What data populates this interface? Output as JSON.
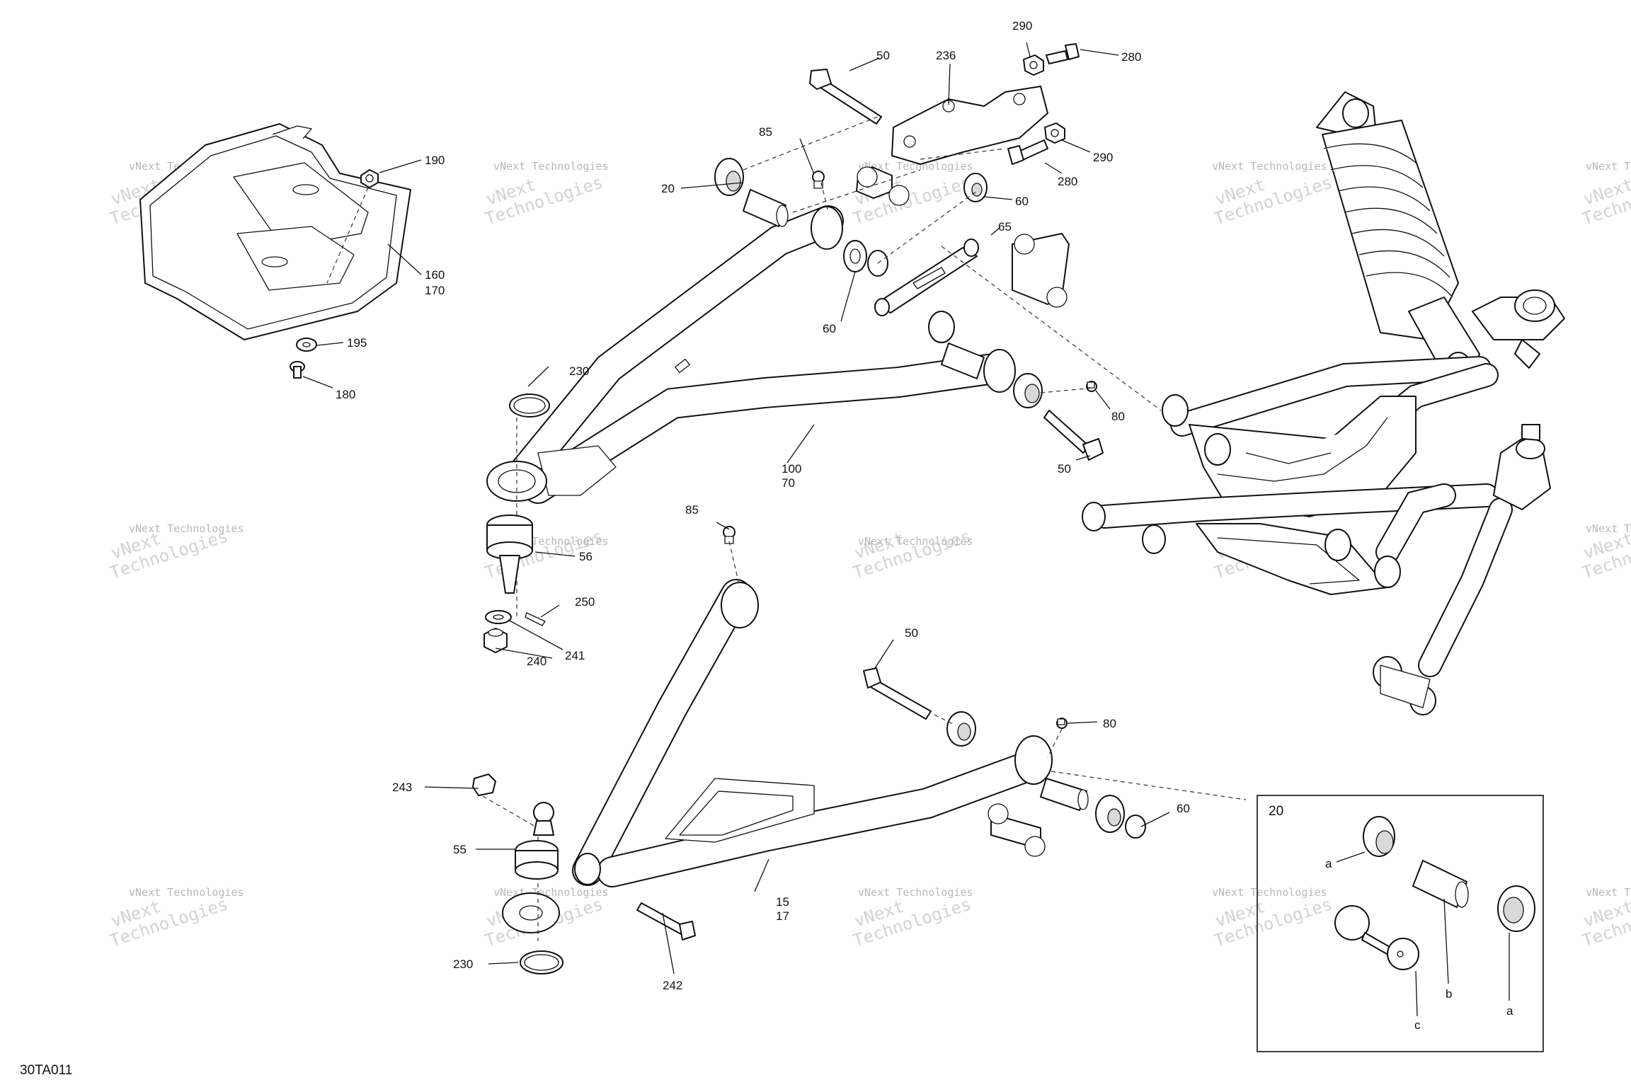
{
  "diagram_id": "30TA011",
  "watermark_lines": [
    "vNext",
    "Technologies",
    "vNext Technologies"
  ],
  "detail": {
    "title": "20",
    "labels": {
      "a1": "a",
      "a2": "a",
      "b": "b",
      "c": "c"
    }
  },
  "callouts": {
    "c190": "190",
    "c160": "160",
    "c170": "170",
    "c195": "195",
    "c180": "180",
    "c50_top": "50",
    "c236": "236",
    "c290_top": "290",
    "c280_top": "280",
    "c85_top": "85",
    "c290_mid": "290",
    "c280_mid": "280",
    "c20": "20",
    "c60_a": "60",
    "c65": "65",
    "c60_b": "60",
    "c80_upper": "80",
    "c50_upper": "50",
    "c230_top": "230",
    "c100": "100",
    "c70": "70",
    "c56": "56",
    "c250": "250",
    "c241": "241",
    "c240": "240",
    "c85_low": "85",
    "c50_low": "50",
    "c80_low": "80",
    "c60_low": "60",
    "c243": "243",
    "c55": "55",
    "c15": "15",
    "c17": "17",
    "c230_low": "230",
    "c242": "242"
  }
}
